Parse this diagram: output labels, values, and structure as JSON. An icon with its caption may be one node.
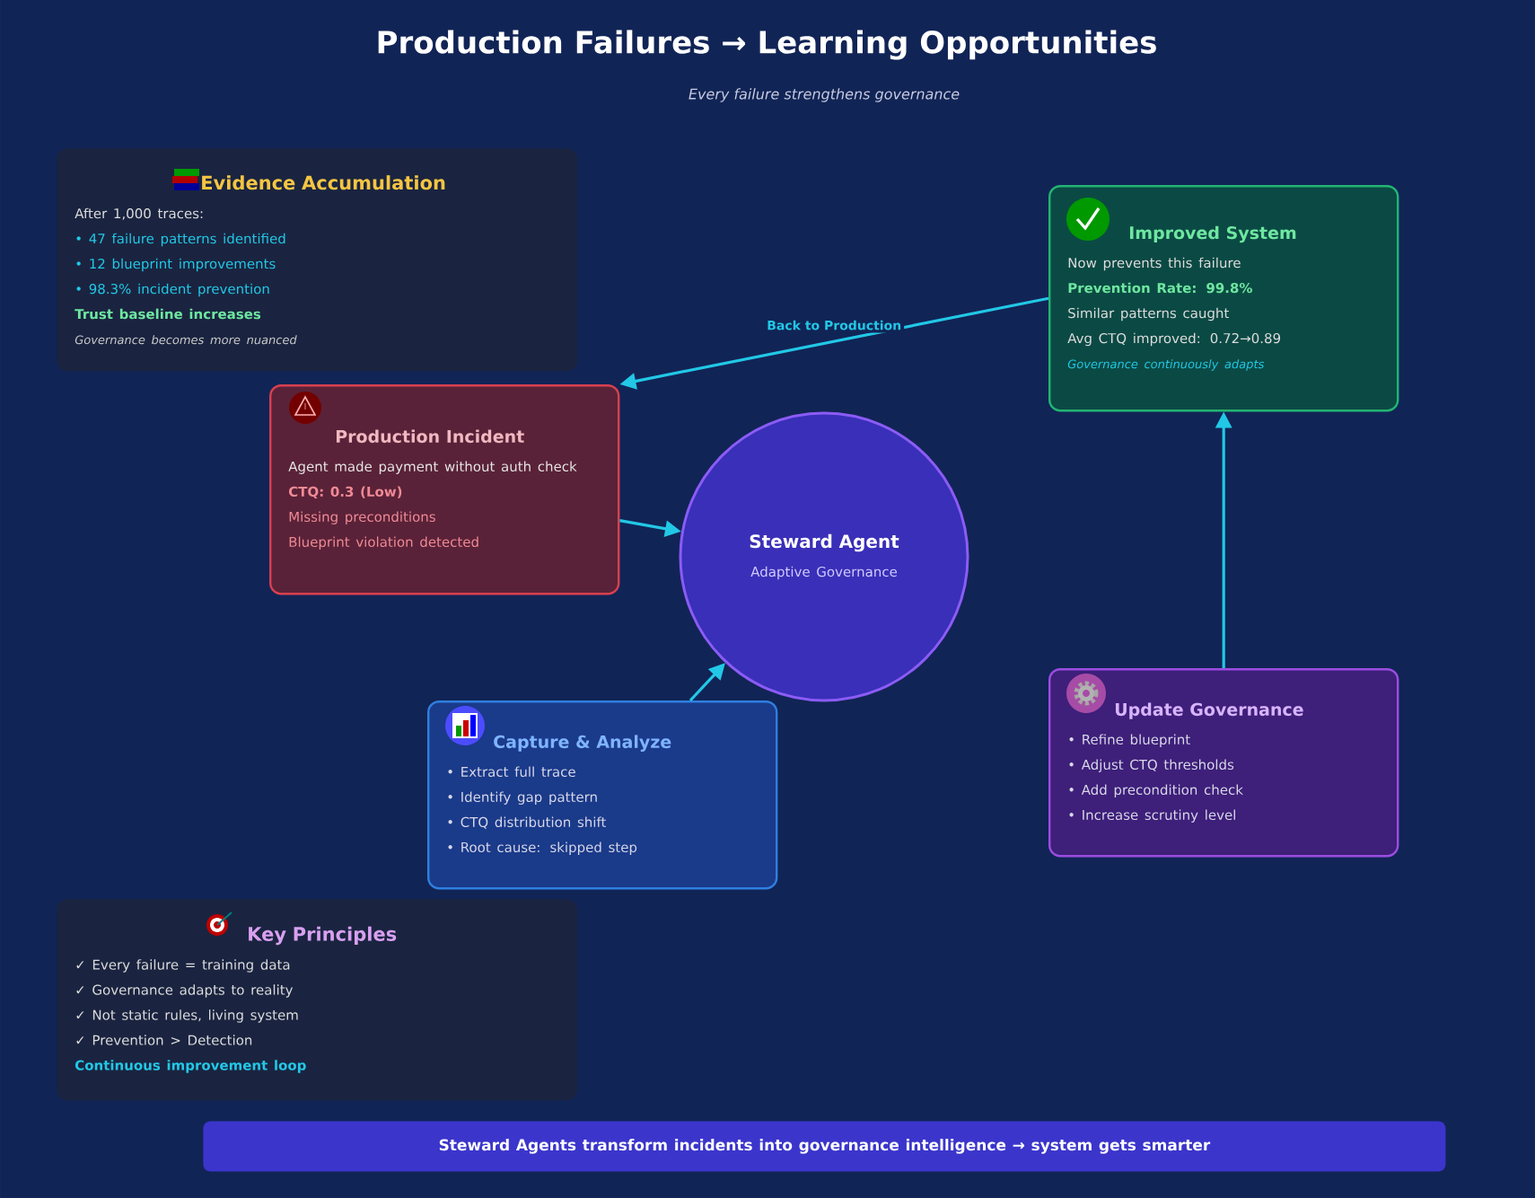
{
  "diagram": {
    "title": "Production Failures → Learning Opportunities",
    "nodes": [
      {
        "text": [
          "Production Incident",
          "Agent made payment without auth check",
          "CTQ: 0.3 (Low)",
          "Missing preconditions",
          "Blueprint violation detected"
        ]
      },
      {
        "text": [
          "Steward Agent",
          "Adaptive Governance"
        ]
      },
      {
        "text": [
          "Capture & Analyze",
          "• Extract full trace",
          "• Identify gap pattern",
          "• CTQ distribution shift",
          "• Root cause: skipped step"
        ]
      },
      {
        "text": [
          "Update Governance",
          "• Refine blueprint",
          "• Adjust CTQ thresholds",
          "• Add precondition check",
          "• Increase scrutiny level"
        ]
      },
      {
        "text": [
          "Improved System",
          "Now prevents this failure",
          "Prevention Rate: 99.8%",
          "Similar patterns caught",
          "Avg CTQ improved: 0.72→0.89",
          "Governance continuously adapts"
        ]
      },
      {
        "text": [
          "Evidence Accumulation",
          "After 1,000 traces:",
          "• 47 failure patterns identified",
          "• 12 blueprint improvements",
          "• 98.3% incident prevention",
          "Trust baseline increases",
          "Governance becomes more nuanced"
        ]
      },
      {
        "text": [
          "Key Principles",
          "✓ Every failure = training data",
          "✓ Governance adapts to reality",
          "✓ Not static rules, living system",
          "✓ Prevention > Detection",
          "Continuous improvement loop"
        ]
      },
      {
        "text": [
          "Steward Agents transform incidents into governance intelligence → system gets smarter"
        ]
      }
    ],
    "edges": [
      {
        "from": 0,
        "to": 1,
        "arrow": "to"
      },
      {
        "from": 2,
        "to": 1,
        "arrow": "to"
      },
      {
        "from": 3,
        "to": 4,
        "arrow": "to"
      },
      {
        "from": 4,
        "to": 0,
        "arrow": "to",
        "label": "Back to Production"
      }
    ],
    "labels": [
      "Every failure strengthens governance"
    ]
  }
}
